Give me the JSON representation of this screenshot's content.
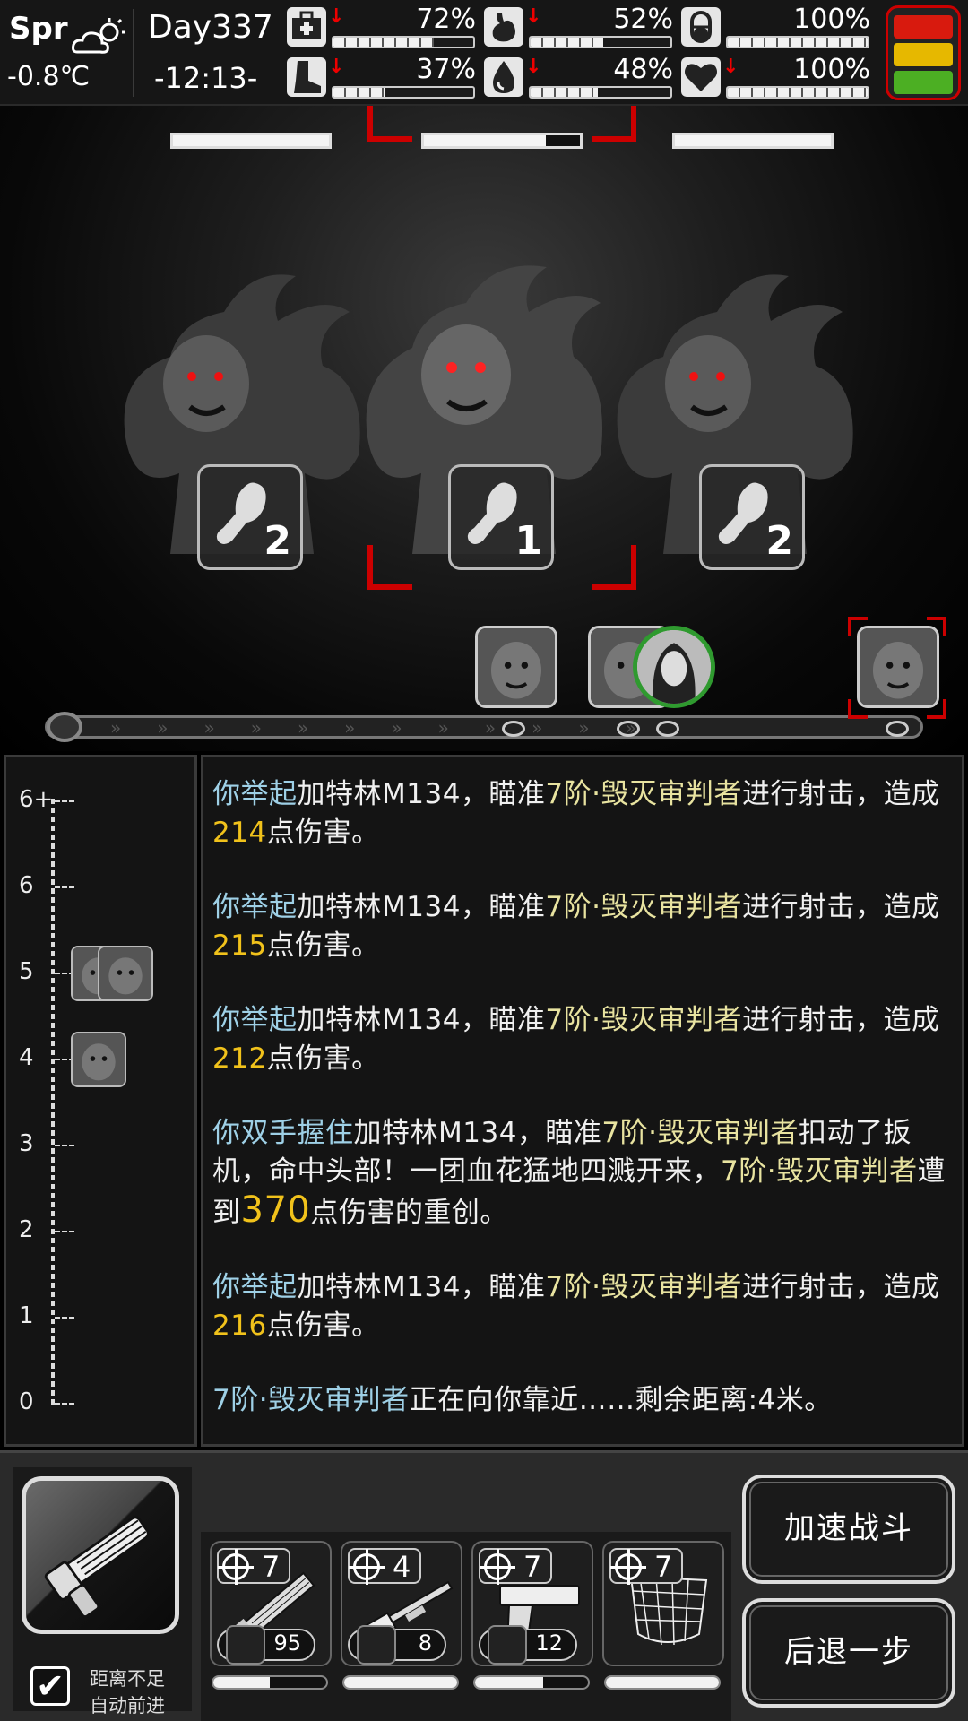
{
  "status": {
    "season": "Spr",
    "temperature": "-0.8℃",
    "day": "Day337",
    "clock": "-12:13-",
    "stats": [
      {
        "name": "health",
        "icon": "medkit-icon",
        "value": "72%",
        "level": 0.72,
        "down": true
      },
      {
        "name": "hunger",
        "icon": "stomach-icon",
        "value": "52%",
        "level": 0.52,
        "down": true
      },
      {
        "name": "energy",
        "icon": "pill-icon",
        "value": "100%",
        "level": 1.0,
        "down": false
      },
      {
        "name": "stamina",
        "icon": "boot-icon",
        "value": "37%",
        "level": 0.37,
        "down": true
      },
      {
        "name": "thirst",
        "icon": "water-drop-icon",
        "value": "48%",
        "level": 0.48,
        "down": true
      },
      {
        "name": "mood",
        "icon": "heart-icon",
        "value": "100%",
        "level": 1.0,
        "down": true
      }
    ],
    "alert_colors": [
      "#d81a0e",
      "#e6b800",
      "#4caf23"
    ]
  },
  "battle": {
    "enemy_hp": [
      1.0,
      0.78,
      1.0
    ],
    "enemy_steps": [
      "2",
      "1",
      "2"
    ],
    "target_index": 1
  },
  "distance_scale": [
    "6+",
    "6",
    "5",
    "4",
    "3",
    "2",
    "1",
    "0"
  ],
  "log": [
    {
      "parts": [
        {
          "t": "你举起",
          "c": "me"
        },
        {
          "t": "加特林M134，瞄准",
          "c": ""
        },
        {
          "t": "7阶·毁灭审判者",
          "c": "foe"
        },
        {
          "t": "进行射击，造成",
          "c": ""
        },
        {
          "t": "214",
          "c": "dmg"
        },
        {
          "t": "点伤害。",
          "c": ""
        }
      ]
    },
    {
      "parts": [
        {
          "t": "你举起",
          "c": "me"
        },
        {
          "t": "加特林M134，瞄准",
          "c": ""
        },
        {
          "t": "7阶·毁灭审判者",
          "c": "foe"
        },
        {
          "t": "进行射击，造成",
          "c": ""
        },
        {
          "t": "215",
          "c": "dmg"
        },
        {
          "t": "点伤害。",
          "c": ""
        }
      ]
    },
    {
      "parts": [
        {
          "t": "你举起",
          "c": "me"
        },
        {
          "t": "加特林M134，瞄准",
          "c": ""
        },
        {
          "t": "7阶·毁灭审判者",
          "c": "foe"
        },
        {
          "t": "进行射击，造成",
          "c": ""
        },
        {
          "t": "212",
          "c": "dmg"
        },
        {
          "t": "点伤害。",
          "c": ""
        }
      ]
    },
    {
      "parts": [
        {
          "t": "你双手握住",
          "c": "me"
        },
        {
          "t": "加特林M134，瞄准",
          "c": ""
        },
        {
          "t": "7阶·毁灭审判者",
          "c": "foe"
        },
        {
          "t": "扣动了扳机，命中头部！一团血花猛地四溅开来，",
          "c": ""
        },
        {
          "t": "7阶·毁灭审判者",
          "c": "foe"
        },
        {
          "t": "遭到",
          "c": ""
        },
        {
          "t": "370",
          "c": "big"
        },
        {
          "t": "点伤害的重创。",
          "c": ""
        }
      ]
    },
    {
      "parts": [
        {
          "t": "你举起",
          "c": "me"
        },
        {
          "t": "加特林M134，瞄准",
          "c": ""
        },
        {
          "t": "7阶·毁灭审判者",
          "c": "foe"
        },
        {
          "t": "进行射击，造成",
          "c": ""
        },
        {
          "t": "216",
          "c": "dmg"
        },
        {
          "t": "点伤害。",
          "c": ""
        }
      ]
    },
    {
      "parts": [
        {
          "t": "7阶·毁灭审判者",
          "c": "me"
        },
        {
          "t": "正在向你靠近……剩余距离:4米。",
          "c": ""
        }
      ]
    }
  ],
  "controls": {
    "auto_advance_checked": true,
    "auto_advance_line1": "距离不足",
    "auto_advance_line2": "自动前进",
    "speed_up_label": "加速战斗",
    "retreat_label": "后退一步",
    "weapons": [
      {
        "level": "7",
        "ammo": "95",
        "icon": "minigun-icon",
        "durability": 0.5
      },
      {
        "level": "4",
        "ammo": "8",
        "icon": "shotgun-icon",
        "durability": 1.0
      },
      {
        "level": "7",
        "ammo": "12",
        "icon": "pistol-icon",
        "durability": 0.6
      },
      {
        "level": "7",
        "ammo": "",
        "icon": "net-icon",
        "durability": 1.0
      }
    ]
  }
}
